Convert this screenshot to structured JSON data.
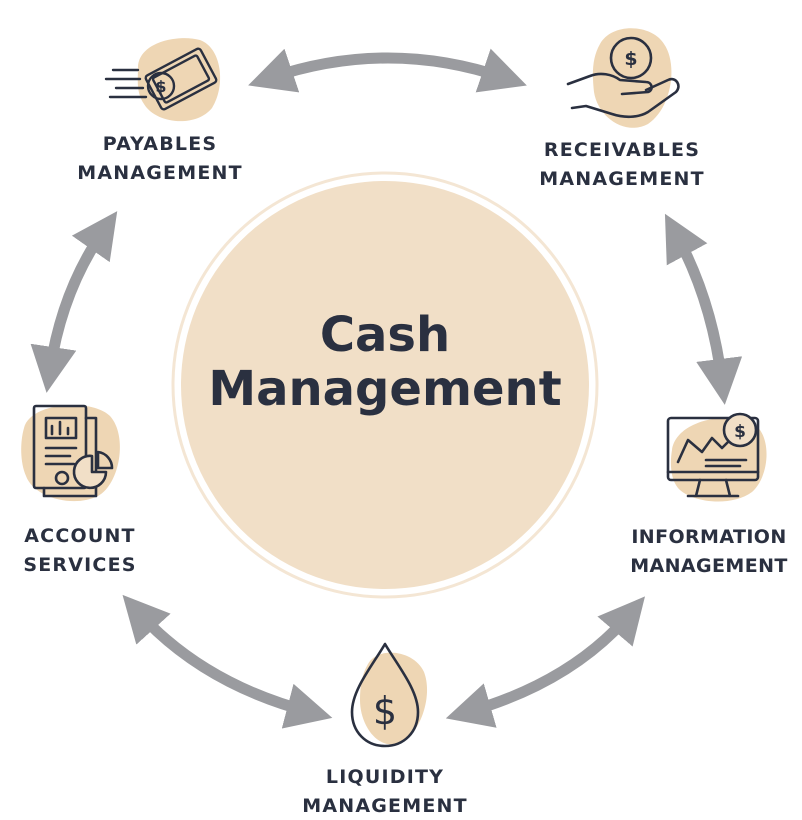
{
  "colors": {
    "circle_fill": "#f1dfc7",
    "circle_ring": "#f4e6d4",
    "blob": "#eed6b4",
    "arrow": "#9a9b9f",
    "ink": "#2a3040"
  },
  "center": {
    "title_line1": "Cash",
    "title_line2": "Management"
  },
  "nodes": {
    "payables": {
      "line1": "PAYABLES",
      "line2": "MANAGEMENT",
      "icon": "cash-money-icon"
    },
    "receivables": {
      "line1": "RECEIVABLES",
      "line2": "MANAGEMENT",
      "icon": "hand-coin-icon"
    },
    "information": {
      "line1": "INFORMATION",
      "line2": "MANAGEMENT",
      "icon": "monitor-chart-icon"
    },
    "liquidity": {
      "line1": "LIQUIDITY",
      "line2": "MANAGEMENT",
      "icon": "dollar-drop-icon"
    },
    "account": {
      "line1": "ACCOUNT",
      "line2": "SERVICES",
      "icon": "report-document-icon"
    }
  },
  "connections": [
    {
      "from": "payables",
      "to": "receivables"
    },
    {
      "from": "receivables",
      "to": "information"
    },
    {
      "from": "information",
      "to": "liquidity"
    },
    {
      "from": "liquidity",
      "to": "account"
    },
    {
      "from": "account",
      "to": "payables"
    }
  ]
}
